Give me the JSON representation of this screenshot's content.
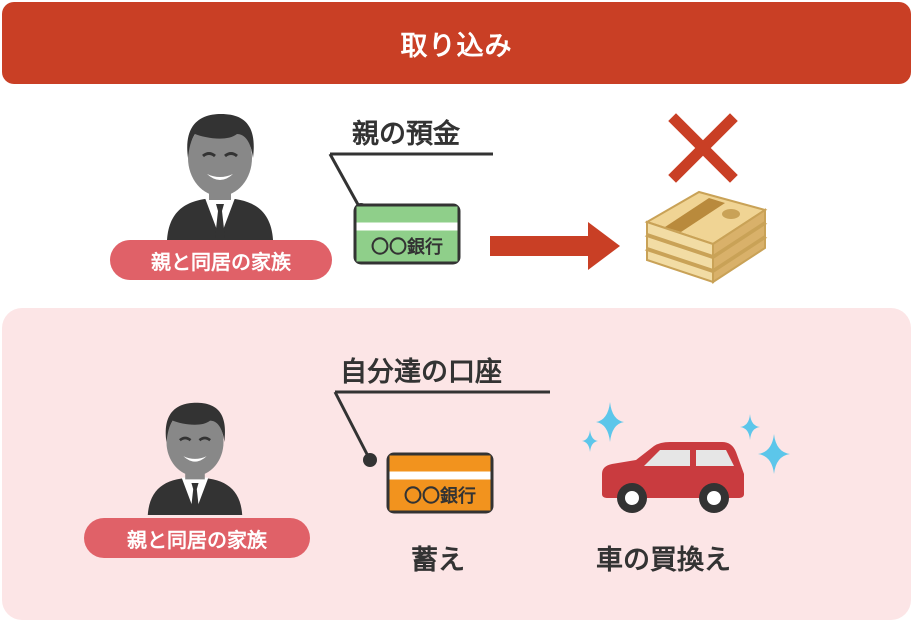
{
  "header": {
    "title": "取り込み"
  },
  "section_top": {
    "person_badge": "親と同居の家族",
    "account_label": "親の預金",
    "bank_card_text": "〇〇銀行",
    "colors": {
      "card_stripe": "#8fcf8a",
      "arrow": "#c93f25",
      "cross": "#c93f25"
    }
  },
  "section_bottom": {
    "person_badge": "親と同居の家族",
    "account_label": "自分達の口座",
    "bank_card_text": "〇〇銀行",
    "save_label": "蓄え",
    "car_label": "車の買換え",
    "colors": {
      "card_stripe": "#f2931e",
      "car": "#c93b3f",
      "sparkle": "#5cc6ea"
    }
  }
}
